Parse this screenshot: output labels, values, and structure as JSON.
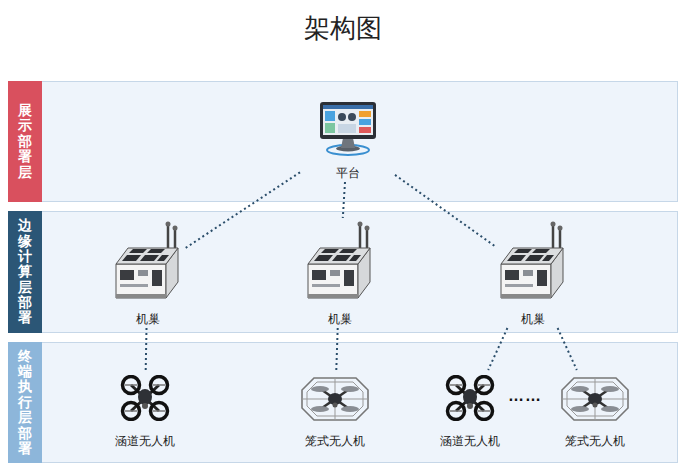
{
  "diagram": {
    "title": "架构图",
    "nodes": [
      {
        "text": [
          "展示部署层"
        ]
      },
      {
        "text": [
          "平台"
        ],
        "in": 0
      },
      {
        "text": [
          "边缘计算层部署"
        ]
      },
      {
        "text": [
          "机巢"
        ],
        "in": 2
      },
      {
        "text": [
          "机巢"
        ],
        "in": 2
      },
      {
        "text": [
          "机巢"
        ],
        "in": 2
      },
      {
        "text": [
          "终端执行层部署"
        ]
      },
      {
        "text": [
          "涵道无人机"
        ],
        "in": 6
      },
      {
        "text": [
          "笼式无人机"
        ],
        "in": 6
      },
      {
        "text": [
          "涵道无人机"
        ],
        "in": 6
      },
      {
        "text": [
          "笼式无人机"
        ],
        "in": 6
      }
    ],
    "edges": [
      {
        "from": 1,
        "to": 3,
        "arrow": "none"
      },
      {
        "from": 1,
        "to": 4,
        "arrow": "none"
      },
      {
        "from": 1,
        "to": 5,
        "arrow": "none"
      },
      {
        "from": 3,
        "to": 7,
        "arrow": "none"
      },
      {
        "from": 4,
        "to": 8,
        "arrow": "none"
      },
      {
        "from": 5,
        "to": 9,
        "arrow": "none"
      },
      {
        "from": 5,
        "to": 10,
        "arrow": "none"
      }
    ],
    "labels": [
      "……"
    ]
  }
}
